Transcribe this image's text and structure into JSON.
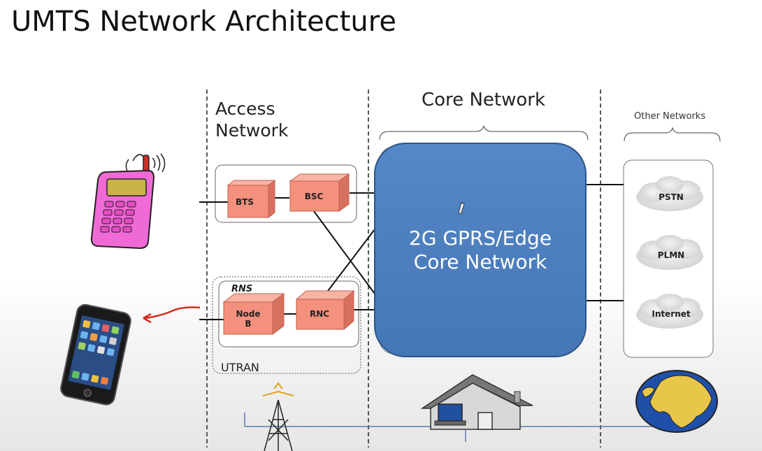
{
  "slide": {
    "title": "UMTS Network Architecture"
  },
  "sections": {
    "access": "Access\nNetwork",
    "core": "Core Network",
    "other": "Other Networks"
  },
  "access": {
    "bts": "BTS",
    "bsc": "BSC",
    "rns": "RNS",
    "nodeb": "Node\nB",
    "rnc": "RNC",
    "utran": "UTRAN"
  },
  "core": {
    "label": "2G GPRS/Edge\nCore Network"
  },
  "other_networks": [
    "PSTN",
    "PLMN",
    "Internet"
  ],
  "colors": {
    "core_fill": "#4f7fc0",
    "node_fill": "#f4907e",
    "feature_phone": "#f06ad6",
    "globe_ocean": "#1f4fa8",
    "globe_land": "#e8c64a"
  },
  "icons": [
    "feature-phone",
    "smartphone",
    "cell-tower",
    "house",
    "globe"
  ]
}
